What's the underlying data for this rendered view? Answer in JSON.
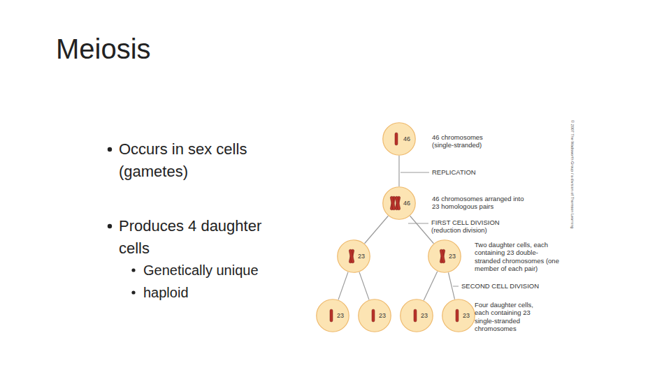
{
  "diagram": {
    "title": "Meiosis",
    "nodes": [
      {
        "text": [
          "46"
        ]
      },
      {
        "text": [
          "46"
        ]
      },
      {
        "text": [
          "23"
        ]
      },
      {
        "text": [
          "23"
        ]
      },
      {
        "text": [
          "23"
        ]
      },
      {
        "text": [
          "23"
        ]
      },
      {
        "text": [
          "23"
        ]
      },
      {
        "text": [
          "23"
        ]
      }
    ],
    "edges": [
      {
        "from": 0,
        "to": 1,
        "arrow": "none"
      },
      {
        "from": 1,
        "to": 2,
        "arrow": "none"
      },
      {
        "from": 1,
        "to": 3,
        "arrow": "none"
      },
      {
        "from": 2,
        "to": 4,
        "arrow": "none"
      },
      {
        "from": 2,
        "to": 5,
        "arrow": "none"
      },
      {
        "from": 3,
        "to": 6,
        "arrow": "none"
      },
      {
        "from": 3,
        "to": 7,
        "arrow": "none"
      }
    ],
    "labels": [
      "Occurs in sex cells (gametes)",
      "Produces 4 daughter cells",
      "Genetically unique",
      "haploid",
      "46 chromosomes (single-stranded)",
      "REPLICATION",
      "46 chromosomes arranged into 23 homologous pairs",
      "FIRST CELL DIVISION (reduction division)",
      "Two daughter cells, each containing 23 double-stranded chromosomes (one member of each pair)",
      "SECOND CELL DIVISION",
      "Four daughter cells, each containing 23 single-stranded chromosomes",
      "© 2007 The Wadsworth Group / a division of Thomson Learning"
    ]
  }
}
